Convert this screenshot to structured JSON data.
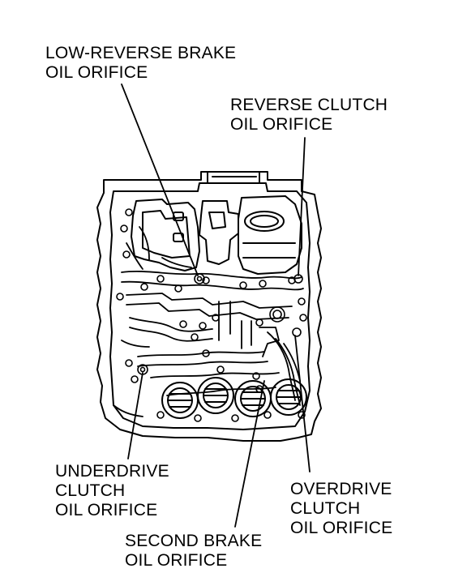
{
  "diagram": {
    "callouts": {
      "low_reverse_brake": {
        "line1": "LOW-REVERSE BRAKE",
        "line2": "OIL ORIFICE"
      },
      "reverse_clutch": {
        "line1": "REVERSE CLUTCH",
        "line2": "OIL ORIFICE"
      },
      "underdrive_clutch": {
        "line1": "UNDERDRIVE",
        "line2": "CLUTCH",
        "line3": "OIL ORIFICE"
      },
      "overdrive_clutch": {
        "line1": "OVERDRIVE",
        "line2": "CLUTCH",
        "line3": "OIL ORIFICE"
      },
      "second_brake": {
        "line1": "SECOND BRAKE",
        "line2": "OIL ORIFICE"
      }
    },
    "colors": {
      "ink": "#000000",
      "paper": "#ffffff"
    }
  }
}
